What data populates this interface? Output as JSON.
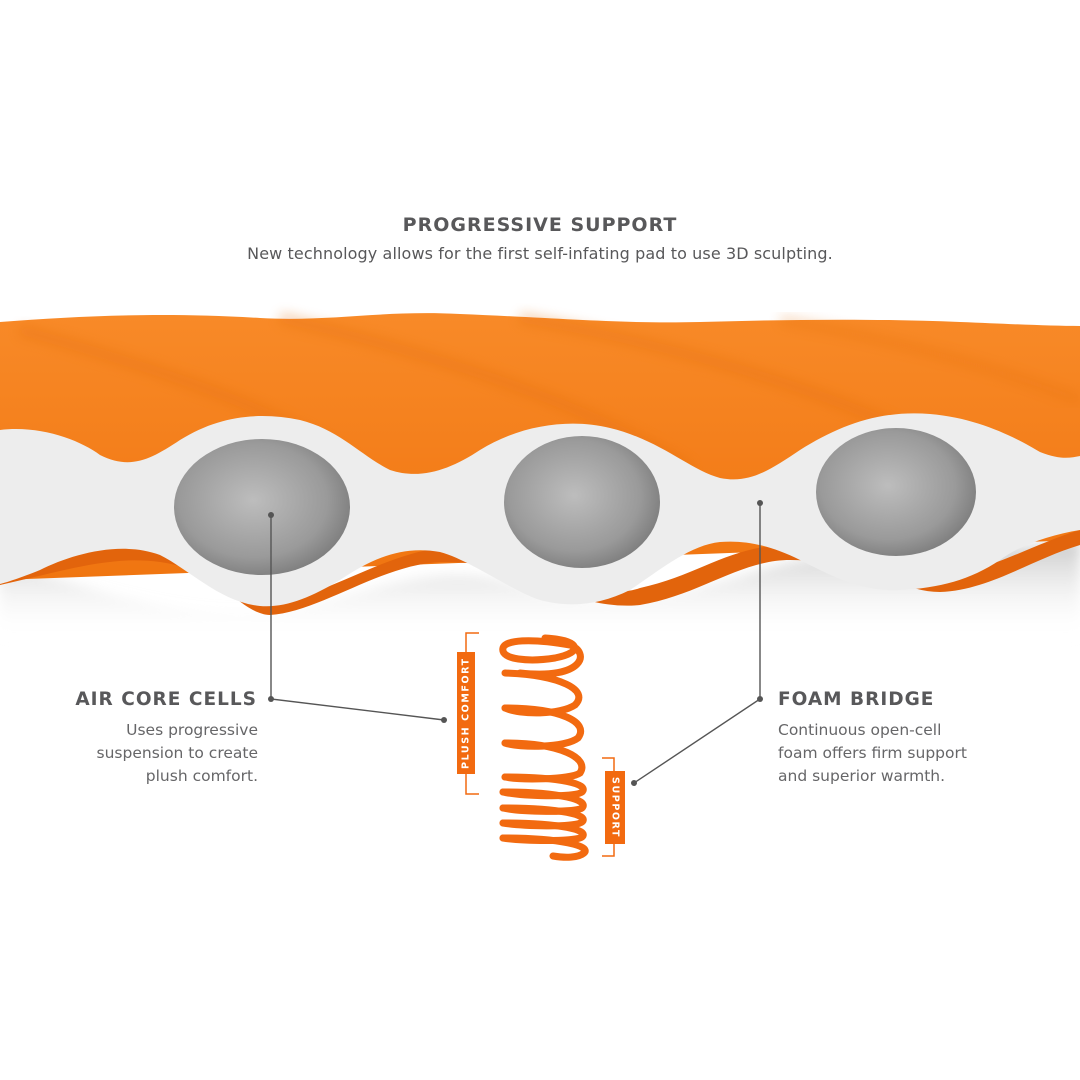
{
  "header": {
    "title": "PROGRESSIVE SUPPORT",
    "subtitle": "New technology allows for the first self-infating pad to use 3D sculpting."
  },
  "callouts": {
    "left": {
      "heading": "AIR CORE CELLS",
      "lines": [
        "Uses progressive",
        "suspension to create",
        "plush comfort."
      ]
    },
    "right": {
      "heading": "FOAM BRIDGE",
      "lines": [
        "Continuous open-cell",
        "foam offers firm support",
        "and superior warmth."
      ]
    }
  },
  "spring_labels": {
    "upper": "PLUSH COMFORT",
    "lower": "SUPPORT"
  },
  "colors": {
    "accent_orange": "#f26a10",
    "pad_orange": "#f47a12",
    "foam_white": "#ececec",
    "text_gray": "#58585a"
  }
}
